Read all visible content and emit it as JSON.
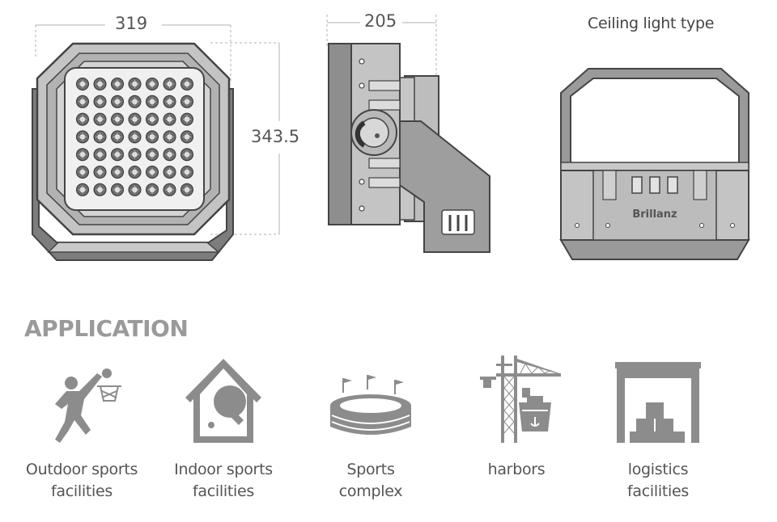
{
  "dimensions": {
    "width": "319",
    "depth": "205",
    "height": "343.5"
  },
  "ceiling": {
    "title": "Ceiling light type",
    "brand": "Brillanz"
  },
  "application": {
    "title": "APPLICATION",
    "items": [
      {
        "icon": "basketball-icon",
        "line1": "Outdoor sports",
        "line2": "facilities"
      },
      {
        "icon": "table-tennis-icon",
        "line1": "Indoor sports",
        "line2": "facilities"
      },
      {
        "icon": "stadium-icon",
        "line1": "Sports",
        "line2": "complex"
      },
      {
        "icon": "harbor-crane-icon",
        "line1": "harbors",
        "line2": ""
      },
      {
        "icon": "warehouse-icon",
        "line1": "logistics",
        "line2": "facilities"
      }
    ]
  },
  "colors": {
    "line": "#555555",
    "body_gray": "#bdbdbd",
    "dark_gray": "#8a8a8a",
    "icon_gray": "#8c8c8c",
    "dim_line": "#b0b0b0"
  }
}
